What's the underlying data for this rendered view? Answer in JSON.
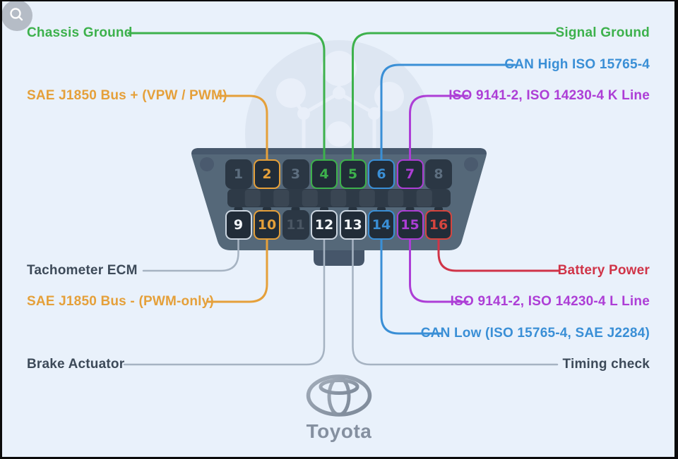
{
  "colors": {
    "green": "#3db14c",
    "orange": "#e5a03a",
    "blue": "#3a8fd6",
    "purple": "#ad3ed6",
    "red": "#d03448",
    "pin_red": "#d6453e",
    "silver": "#ccd6e1",
    "white": "#f3f7fb",
    "gray_line": "#a6b3c2",
    "dark_text": "#3d4a59",
    "background": "#e9f1fb",
    "connector_body": "#556879",
    "connector_recess": "#2e3a47",
    "pin_fill_active": "#212c38",
    "pin_fill_inactive": "#2b3744",
    "pin_num_inactive": "#5d6e7f",
    "pin_num_dim": "#4a5663"
  },
  "icons": {
    "top_left": "search-icon",
    "brand": "toyota-logo-icon"
  },
  "connector": {
    "type": "OBD-II 16-pin female connector",
    "pins": [
      {
        "n": "1",
        "style": "inactive"
      },
      {
        "n": "2",
        "style": "orange"
      },
      {
        "n": "3",
        "style": "inactive"
      },
      {
        "n": "4",
        "style": "green"
      },
      {
        "n": "5",
        "style": "green"
      },
      {
        "n": "6",
        "style": "blue"
      },
      {
        "n": "7",
        "style": "purple"
      },
      {
        "n": "8",
        "style": "inactive"
      },
      {
        "n": "9",
        "style": "silver"
      },
      {
        "n": "10",
        "style": "orange"
      },
      {
        "n": "11",
        "style": "dim"
      },
      {
        "n": "12",
        "style": "silver"
      },
      {
        "n": "13",
        "style": "silver"
      },
      {
        "n": "14",
        "style": "blue"
      },
      {
        "n": "15",
        "style": "purple"
      },
      {
        "n": "16",
        "style": "red"
      }
    ]
  },
  "labels": [
    {
      "id": "chassis-ground",
      "text": "Chassis Ground",
      "color": "green",
      "pin": "4"
    },
    {
      "id": "signal-ground",
      "text": "Signal Ground",
      "color": "green",
      "pin": "5"
    },
    {
      "id": "can-high",
      "text": "CAN High ISO 15765-4",
      "color": "blue",
      "pin": "6"
    },
    {
      "id": "k-line",
      "text": "ISO 9141-2, ISO 14230-4 K Line",
      "color": "purple",
      "pin": "7"
    },
    {
      "id": "j1850-plus",
      "text": "SAE J1850 Bus + (VPW / PWM)",
      "color": "orange",
      "pin": "2"
    },
    {
      "id": "tachometer",
      "text": "Tachometer ECM",
      "color": "dark",
      "pin": "9"
    },
    {
      "id": "j1850-minus",
      "text": "SAE J1850 Bus - (PWM-only)",
      "color": "orange",
      "pin": "10"
    },
    {
      "id": "brake-actuator",
      "text": "Brake Actuator",
      "color": "dark",
      "pin": "12"
    },
    {
      "id": "battery-power",
      "text": "Battery Power",
      "color": "red",
      "pin": "16"
    },
    {
      "id": "l-line",
      "text": "ISO 9141-2, ISO 14230-4 L Line",
      "color": "purple",
      "pin": "15"
    },
    {
      "id": "can-low",
      "text": "CAN Low (ISO 15765-4, SAE J2284)",
      "color": "blue",
      "pin": "14"
    },
    {
      "id": "timing-check",
      "text": "Timing check",
      "color": "dark",
      "pin": "13"
    }
  ],
  "brand": {
    "name": "Toyota"
  }
}
